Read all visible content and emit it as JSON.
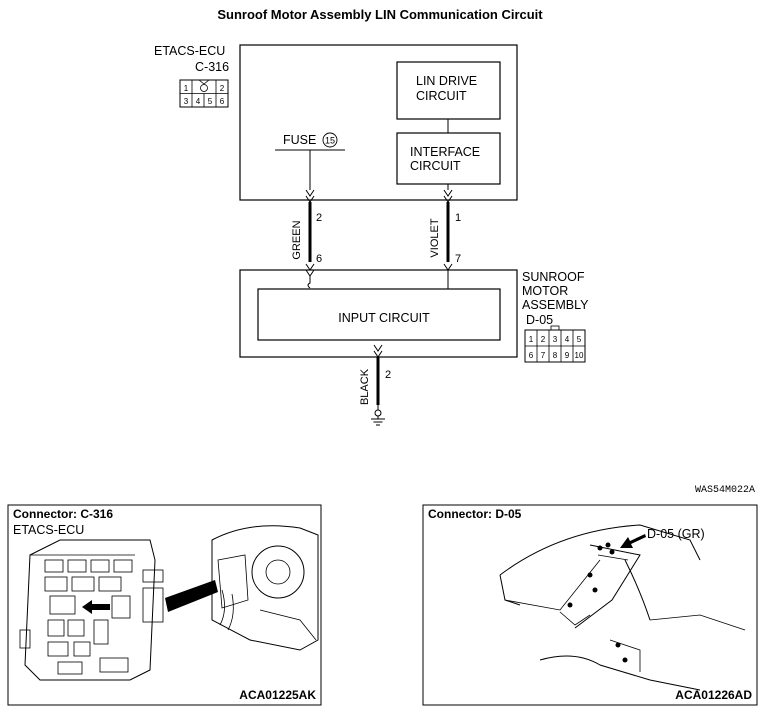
{
  "title": "Sunroof Motor Assembly LIN Communication Circuit",
  "etacs": {
    "name": "ETACS-ECU",
    "connector": "C-316",
    "connector_pins_top": [
      "1",
      "2"
    ],
    "connector_pins_bottom": [
      "3",
      "4",
      "5",
      "6"
    ]
  },
  "lin_drive": {
    "line1": "LIN DRIVE",
    "line2": "CIRCUIT"
  },
  "interface": {
    "line1": "INTERFACE",
    "line2": "CIRCUIT"
  },
  "fuse": {
    "label": "FUSE",
    "number": "15"
  },
  "wires": [
    {
      "color": "GREEN",
      "ecu_pin": "2",
      "motor_pin": "6"
    },
    {
      "color": "VIOLET",
      "ecu_pin": "1",
      "motor_pin": "7"
    }
  ],
  "motor": {
    "name_line1": "SUNROOF",
    "name_line2": "MOTOR",
    "name_line3": "ASSEMBLY",
    "connector": "D-05",
    "input_circuit": "INPUT CIRCUIT",
    "connector_pins_top": [
      "1",
      "2",
      "3",
      "4",
      "5"
    ],
    "connector_pins_bottom": [
      "6",
      "7",
      "8",
      "9",
      "10"
    ]
  },
  "ground": {
    "color": "BLACK",
    "pin": "2"
  },
  "diagram_code": "WAS54M022A",
  "photo_left": {
    "title": "Connector: C-316",
    "subtitle": "ETACS-ECU",
    "code": "ACA01225AK"
  },
  "photo_right": {
    "title": "Connector: D-05",
    "callout": "D-05 (GR)",
    "code": "ACA01226AD"
  }
}
